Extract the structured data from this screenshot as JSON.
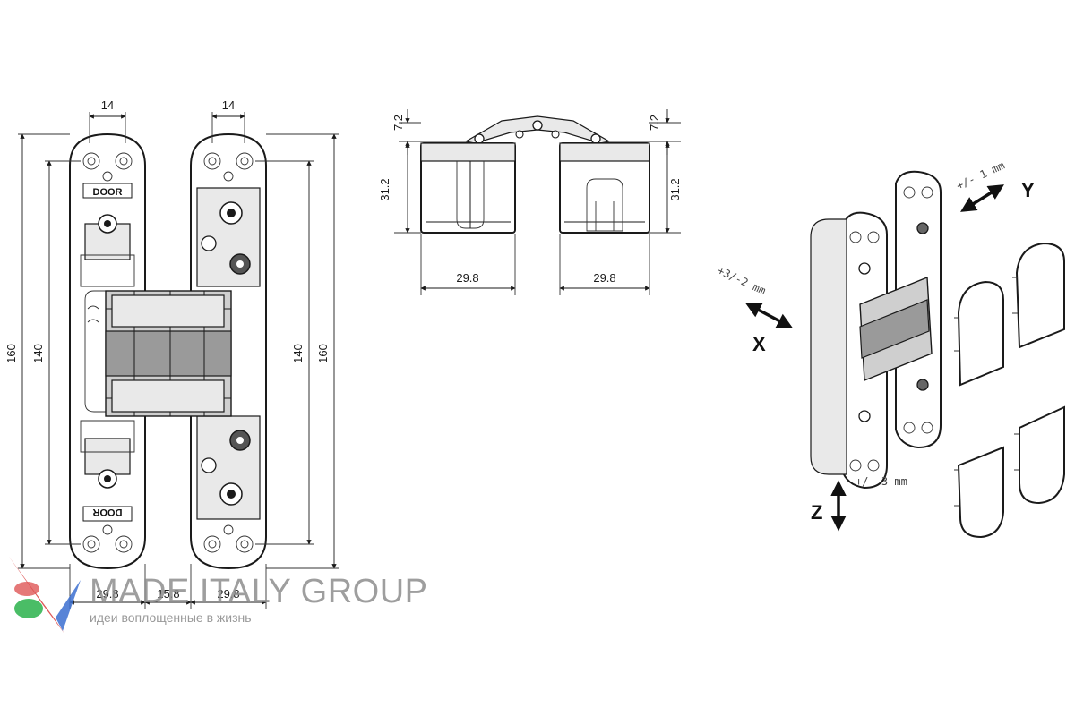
{
  "front_view": {
    "top_width_left": "14",
    "top_width_right": "14",
    "height_outer_left": "160",
    "height_inner_left": "140",
    "height_inner_right": "140",
    "height_outer_right": "160",
    "bottom_width_left": "29.8",
    "bottom_gap": "15.8",
    "bottom_width_right": "29.8",
    "stamp_text": "DOOR"
  },
  "side_view": {
    "offset_left": "7.2",
    "offset_right": "7.2",
    "height_left": "31.2",
    "height_right": "31.2",
    "width_left": "29.8",
    "width_right": "29.8"
  },
  "adjustment": {
    "x_axis": "X",
    "x_range": "+3/-2 mm",
    "y_axis": "Y",
    "y_range": "+/- 1 mm",
    "z_axis": "Z",
    "z_range": "+/- 3 mm"
  },
  "watermark": {
    "title": "MADE ITALY GROUP",
    "subtitle": "идеи воплощенные в жизнь",
    "logo_colors": [
      "#d93a3a",
      "#3b6fd1",
      "#2bb24c"
    ]
  }
}
